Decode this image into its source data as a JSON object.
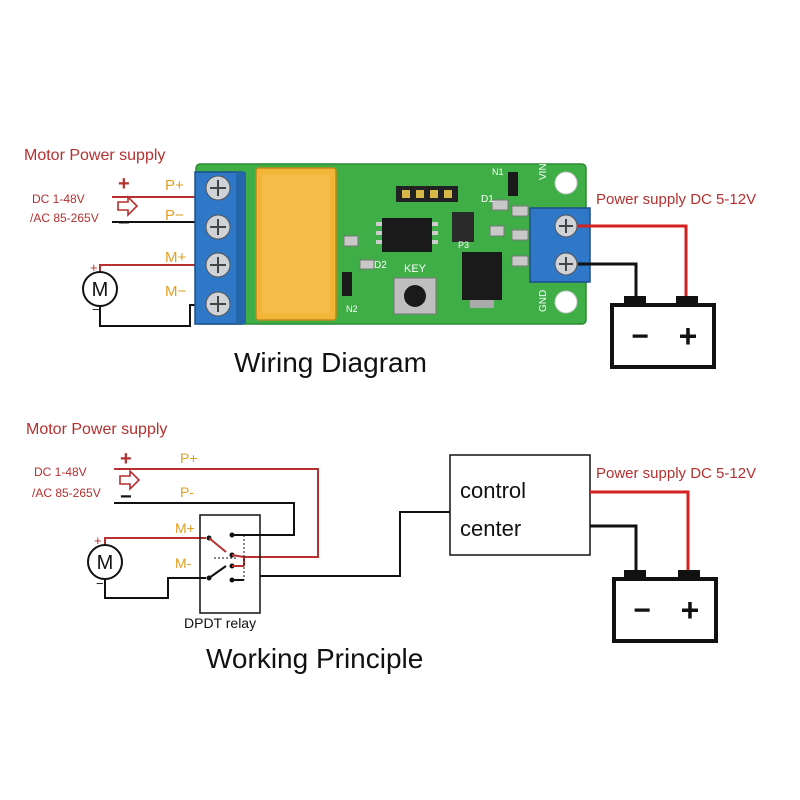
{
  "top": {
    "motor_power_title": "Motor Power supply",
    "dc_label": "DC 1-48V",
    "ac_label": "/AC 85-265V",
    "plus_sign": "+",
    "minus_sign": "−",
    "p_plus": "P+",
    "p_minus": "P−",
    "m_plus": "M+",
    "m_minus": "M−",
    "motor_letter": "M",
    "motor_plus": "+",
    "motor_minus": "−",
    "power_supply_label": "Power supply DC 5-12V",
    "board": {
      "key_label": "KEY",
      "d1": "D1",
      "d2": "D2",
      "n1": "N1",
      "n2": "N2",
      "p3": "P3",
      "vin": "VIN",
      "gnd": "GND"
    },
    "battery_minus": "−",
    "battery_plus": "+",
    "caption": "Wiring Diagram"
  },
  "bottom": {
    "motor_power_title": "Motor Power supply",
    "dc_label": "DC 1-48V",
    "ac_label": "/AC 85-265V",
    "plus_sign": "+",
    "minus_sign": "−",
    "p_plus": "P+",
    "p_minus": "P-",
    "m_plus": "M+",
    "m_minus": "M-",
    "motor_letter": "M",
    "motor_plus": "+",
    "motor_minus": "−",
    "relay_label": "DPDT relay",
    "control_line1": "control",
    "control_line2": "center",
    "power_supply_label": "Power supply DC 5-12V",
    "battery_minus": "−",
    "battery_plus": "+",
    "caption": "Working Principle"
  },
  "colors": {
    "accent_red": "#b5302f",
    "pcb_green": "#3fae47",
    "terminal_blue": "#2f78c8",
    "relay_yellow": "#f2b538",
    "wire_black": "#111111",
    "wire_red": "#d32020"
  }
}
